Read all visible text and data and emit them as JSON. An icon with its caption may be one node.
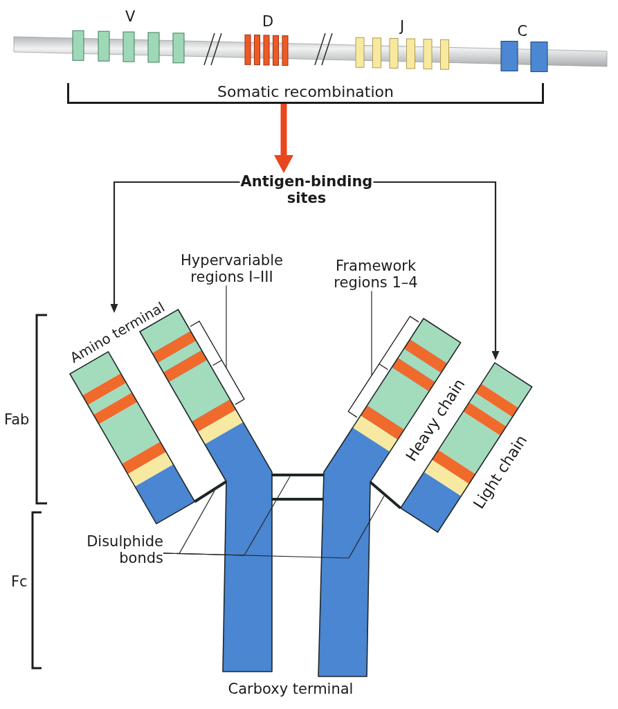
{
  "diagram": {
    "nodes": [
      {
        "text": [
          "Somatic recombination"
        ]
      },
      {
        "text": [
          "Antigen-binding sites"
        ]
      },
      {
        "text": [
          "Hypervariable regions I–III"
        ]
      },
      {
        "text": [
          "Framework regions 1–4"
        ]
      },
      {
        "text": [],
        "shape": "bar"
      },
      {
        "text": [],
        "shape": "bracket"
      },
      {
        "text": [],
        "shape": "bracket"
      },
      {
        "text": [],
        "shape": "bar"
      },
      {
        "text": [],
        "shape": "line"
      },
      {
        "text": [],
        "shape": "line"
      },
      {
        "text": [],
        "shape": "line"
      },
      {
        "text": [
          "Disulphide bonds"
        ]
      }
    ],
    "edges": [
      {
        "from": 0,
        "to": 1,
        "arrow": "to",
        "style": "thick",
        "color": "#e8461e"
      },
      {
        "from": 1,
        "to": 4,
        "arrow": "to"
      },
      {
        "from": 1,
        "to": 7,
        "arrow": "to"
      },
      {
        "from": 2,
        "to": 5,
        "arrow": "none"
      },
      {
        "from": 3,
        "to": 6,
        "arrow": "none"
      },
      {
        "from": 11,
        "to": 8,
        "arrow": "none"
      },
      {
        "from": 11,
        "to": 9,
        "arrow": "none"
      },
      {
        "from": 11,
        "to": 10,
        "arrow": "none"
      }
    ],
    "labels": [
      "V",
      "D",
      "J",
      "C",
      "Amino terminal",
      "Fab",
      "Heavy chain",
      "Light chain",
      "Fc",
      "Carboxy terminal"
    ]
  }
}
